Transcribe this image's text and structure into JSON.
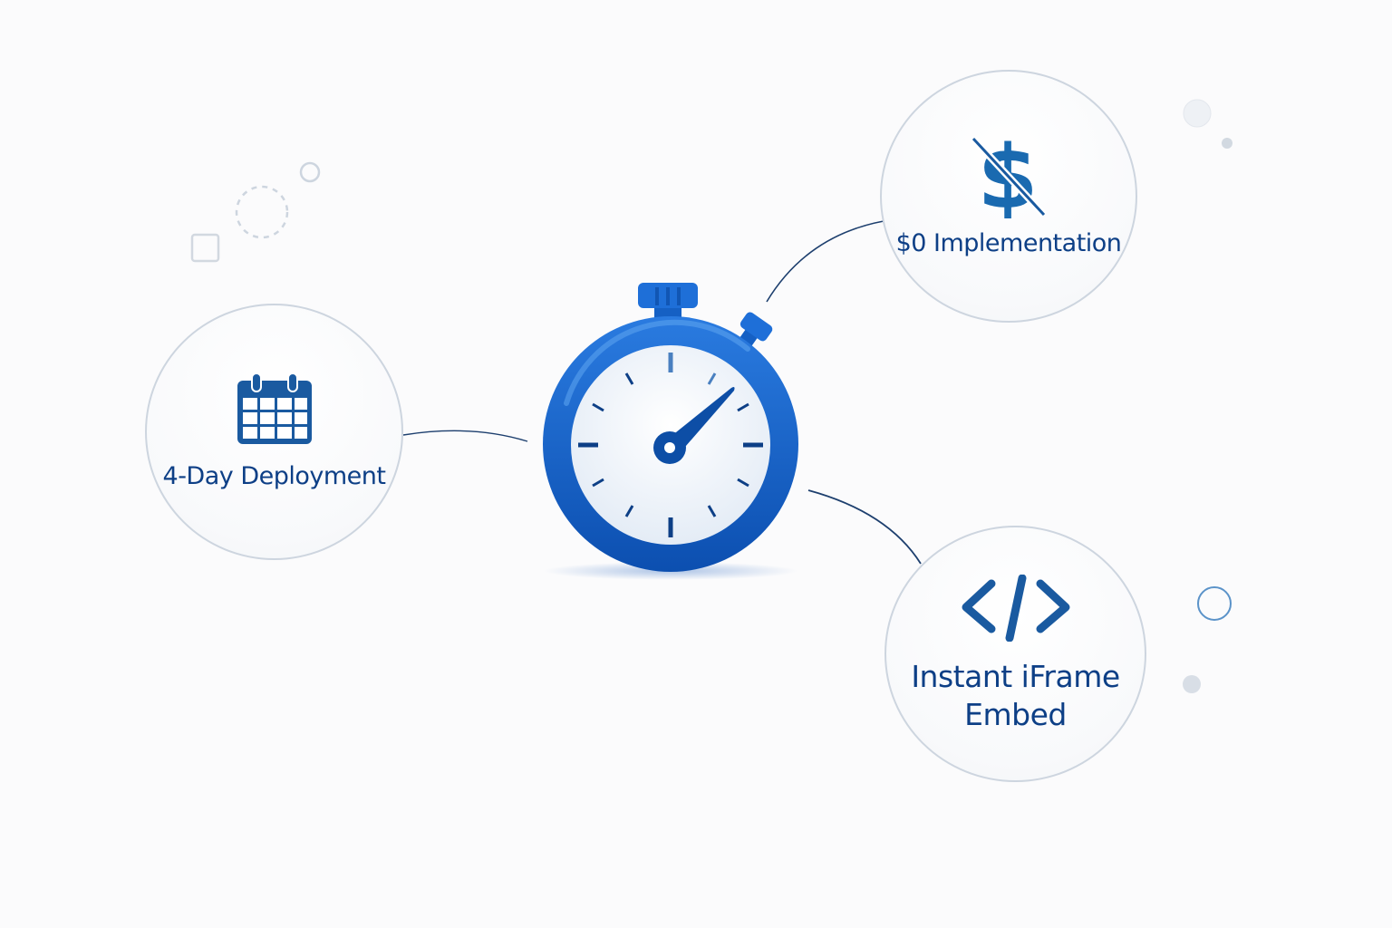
{
  "diagram": {
    "center": {
      "icon": "stopwatch-icon",
      "colors": {
        "body": "#1565c8",
        "body_dark": "#0d47a1",
        "face": "#f4f7fb",
        "ticks": "#0d3f86"
      }
    },
    "features": [
      {
        "id": "deployment",
        "icon": "calendar-icon",
        "label": "4-Day Deployment"
      },
      {
        "id": "implementation",
        "icon": "dollar-crossed-icon",
        "label": "$0 Implementation"
      },
      {
        "id": "embed",
        "icon": "code-brackets-icon",
        "label_line1": "Instant iFrame",
        "label_line2": "Embed"
      }
    ],
    "colors": {
      "text": "#0d3f86",
      "icon": "#1a5aa0",
      "node_border": "#cdd5df",
      "connector": "#1d3f6e",
      "decor": "#cfd6df",
      "decor_accent": "#5b93c9"
    }
  }
}
